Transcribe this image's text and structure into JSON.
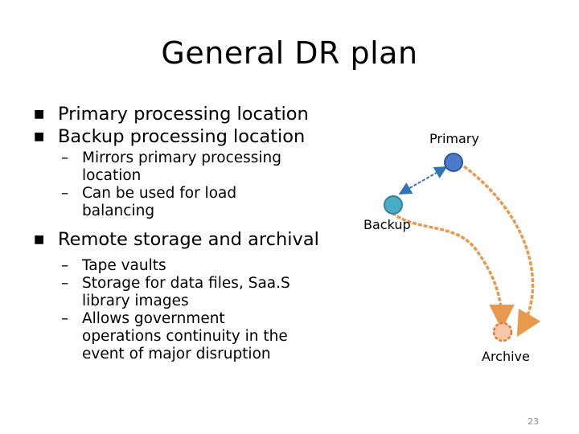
{
  "slide": {
    "title": "General DR plan",
    "page_number": "23"
  },
  "bullets": [
    {
      "text": "Primary processing location"
    },
    {
      "text": "Backup processing location",
      "sub": [
        "Mirrors primary processing",
        "location",
        "Can be used for load",
        "balancing"
      ]
    },
    {
      "text": "Remote storage and archival",
      "sub": [
        "Tape vaults",
        "Storage for data files, Saa.S",
        "library images",
        "Allows government",
        "operations continuity in the",
        "event of major disruption"
      ]
    }
  ],
  "diagram": {
    "nodes": {
      "primary": {
        "label": "Primary",
        "color": "#4a7ac8",
        "stroke": "#2f5597"
      },
      "backup": {
        "label": "Backup",
        "color": "#4bacc6",
        "stroke": "#31859b"
      },
      "archive": {
        "label": "Archive",
        "color": "#f8c8a8",
        "stroke": "#e07b39"
      }
    },
    "colors": {
      "mirror_link": "#2f75b5",
      "archive_link": "#e8994d"
    }
  }
}
